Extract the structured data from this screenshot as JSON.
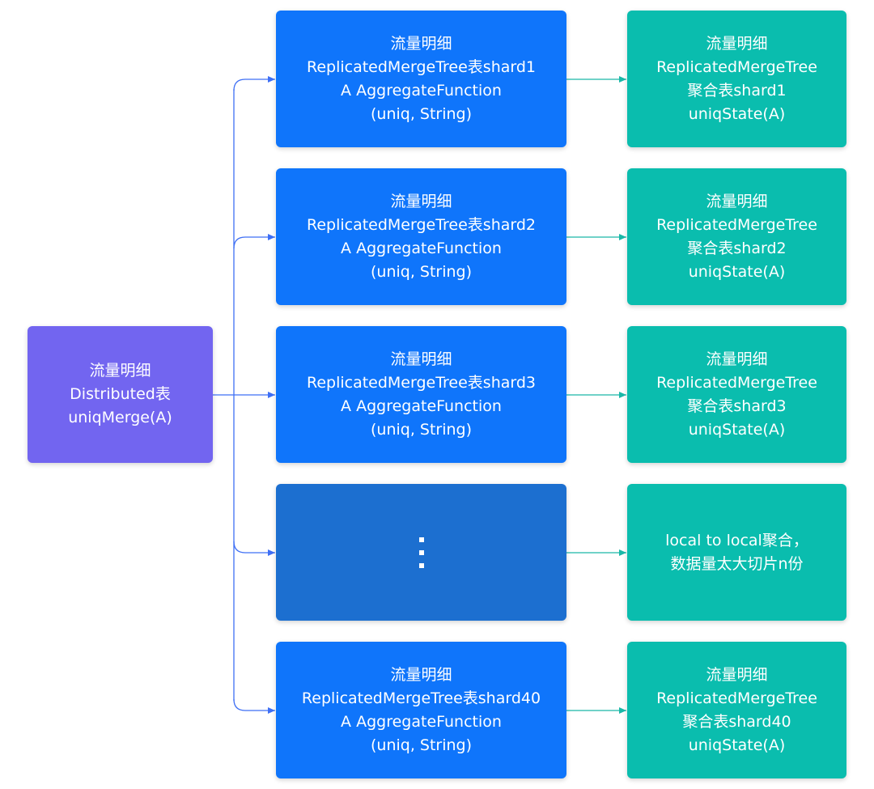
{
  "colors": {
    "distributed": "#7265f0",
    "shard": "#0f75fb",
    "shard_ellipsis": "#1c6fd0",
    "aggregate": "#0abdae",
    "connector": "#3e6ff5",
    "arrow_green": "#1ab8a8"
  },
  "distributed": {
    "line1": "流量明细",
    "line2": "Distributed表",
    "line3": "uniqMerge(A)"
  },
  "shards": [
    {
      "line1": "流量明细",
      "line2": "ReplicatedMergeTree表shard1",
      "line3": "A AggregateFunction",
      "line4": "(uniq, String)"
    },
    {
      "line1": "流量明细",
      "line2": "ReplicatedMergeTree表shard2",
      "line3": "A AggregateFunction",
      "line4": "(uniq, String)"
    },
    {
      "line1": "流量明细",
      "line2": "ReplicatedMergeTree表shard3",
      "line3": "A AggregateFunction",
      "line4": "(uniq, String)"
    },
    {
      "ellipsis": "vertical-ellipsis-icon"
    },
    {
      "line1": "流量明细",
      "line2": "ReplicatedMergeTree表shard40",
      "line3": "A AggregateFunction",
      "line4": "(uniq, String)"
    }
  ],
  "aggregates": [
    {
      "line1": "流量明细",
      "line2": "ReplicatedMergeTree",
      "line3": "聚合表shard1",
      "line4": "uniqState(A)"
    },
    {
      "line1": "流量明细",
      "line2": "ReplicatedMergeTree",
      "line3": "聚合表shard2",
      "line4": "uniqState(A)"
    },
    {
      "line1": "流量明细",
      "line2": "ReplicatedMergeTree",
      "line3": "聚合表shard3",
      "line4": "uniqState(A)"
    },
    {
      "line1": "local to local聚合，",
      "line2": "数据量太大切片n份"
    },
    {
      "line1": "流量明细",
      "line2": "ReplicatedMergeTree",
      "line3": "聚合表shard40",
      "line4": "uniqState(A)"
    }
  ]
}
